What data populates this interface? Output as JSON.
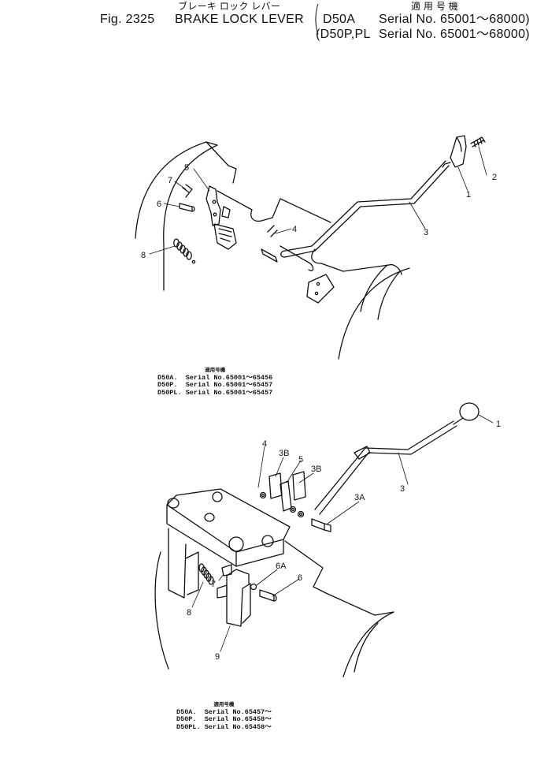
{
  "header": {
    "fig_number": "Fig. 2325",
    "title_en": "BRAKE LOCK LEVER",
    "title_jp": "ブレーキ ロック レバー",
    "applicable_heading": "適 用 号 機",
    "models": [
      {
        "model": "D50A",
        "serial": "Serial No. 65001～68000)"
      },
      {
        "model": "(D50P,PL",
        "serial": "Serial No. 65001～68000)"
      }
    ]
  },
  "diagram_top": {
    "part_labels": [
      "1",
      "2",
      "3",
      "4",
      "5",
      "6",
      "7",
      "8"
    ],
    "note": {
      "heading": "適用号機",
      "rows": [
        "D50A.  Serial No.65001～65456",
        "D50P.  Serial No.65001～65457",
        "D50PL. Serial No.65001～65457"
      ]
    }
  },
  "diagram_bottom": {
    "part_labels": [
      "1",
      "3",
      "4",
      "3B",
      "5",
      "3B",
      "3A",
      "6A",
      "6",
      "7",
      "8",
      "9"
    ],
    "note": {
      "heading": "適用号機",
      "rows": [
        "D50A.  Serial No.65457～",
        "D50P.  Serial No.65458～",
        "D50PL. Serial No.65458～"
      ]
    }
  }
}
